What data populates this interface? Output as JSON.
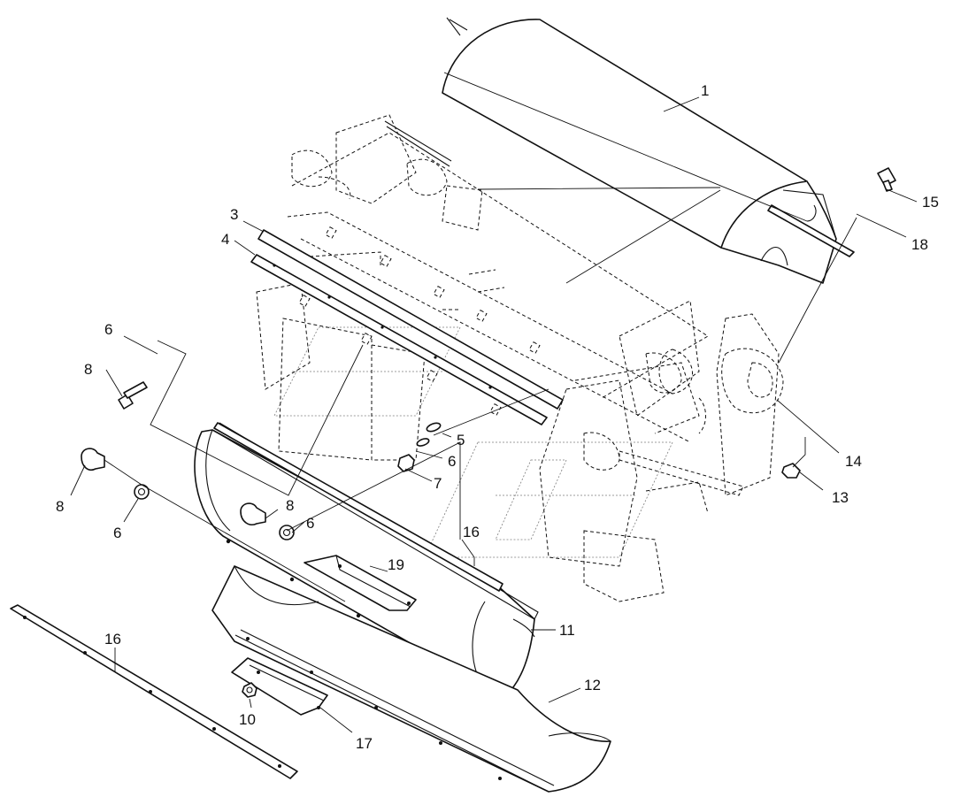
{
  "callouts": [
    {
      "id": "c1",
      "text": "1"
    },
    {
      "id": "c3",
      "text": "3"
    },
    {
      "id": "c4",
      "text": "4"
    },
    {
      "id": "c5",
      "text": "5"
    },
    {
      "id": "c6a",
      "text": "6"
    },
    {
      "id": "c6b",
      "text": "6"
    },
    {
      "id": "c6c",
      "text": "6"
    },
    {
      "id": "c6d",
      "text": "6"
    },
    {
      "id": "c7",
      "text": "7"
    },
    {
      "id": "c8a",
      "text": "8"
    },
    {
      "id": "c8b",
      "text": "8"
    },
    {
      "id": "c8c",
      "text": "8"
    },
    {
      "id": "c10",
      "text": "10"
    },
    {
      "id": "c11",
      "text": "11"
    },
    {
      "id": "c12",
      "text": "12"
    },
    {
      "id": "c13",
      "text": "13"
    },
    {
      "id": "c14",
      "text": "14"
    },
    {
      "id": "c15",
      "text": "15"
    },
    {
      "id": "c16a",
      "text": "16"
    },
    {
      "id": "c16b",
      "text": "16"
    },
    {
      "id": "c17",
      "text": "17"
    },
    {
      "id": "c18",
      "text": "18"
    },
    {
      "id": "c19",
      "text": "19"
    }
  ],
  "icons": {
    "watermark": "logo-watermark"
  }
}
